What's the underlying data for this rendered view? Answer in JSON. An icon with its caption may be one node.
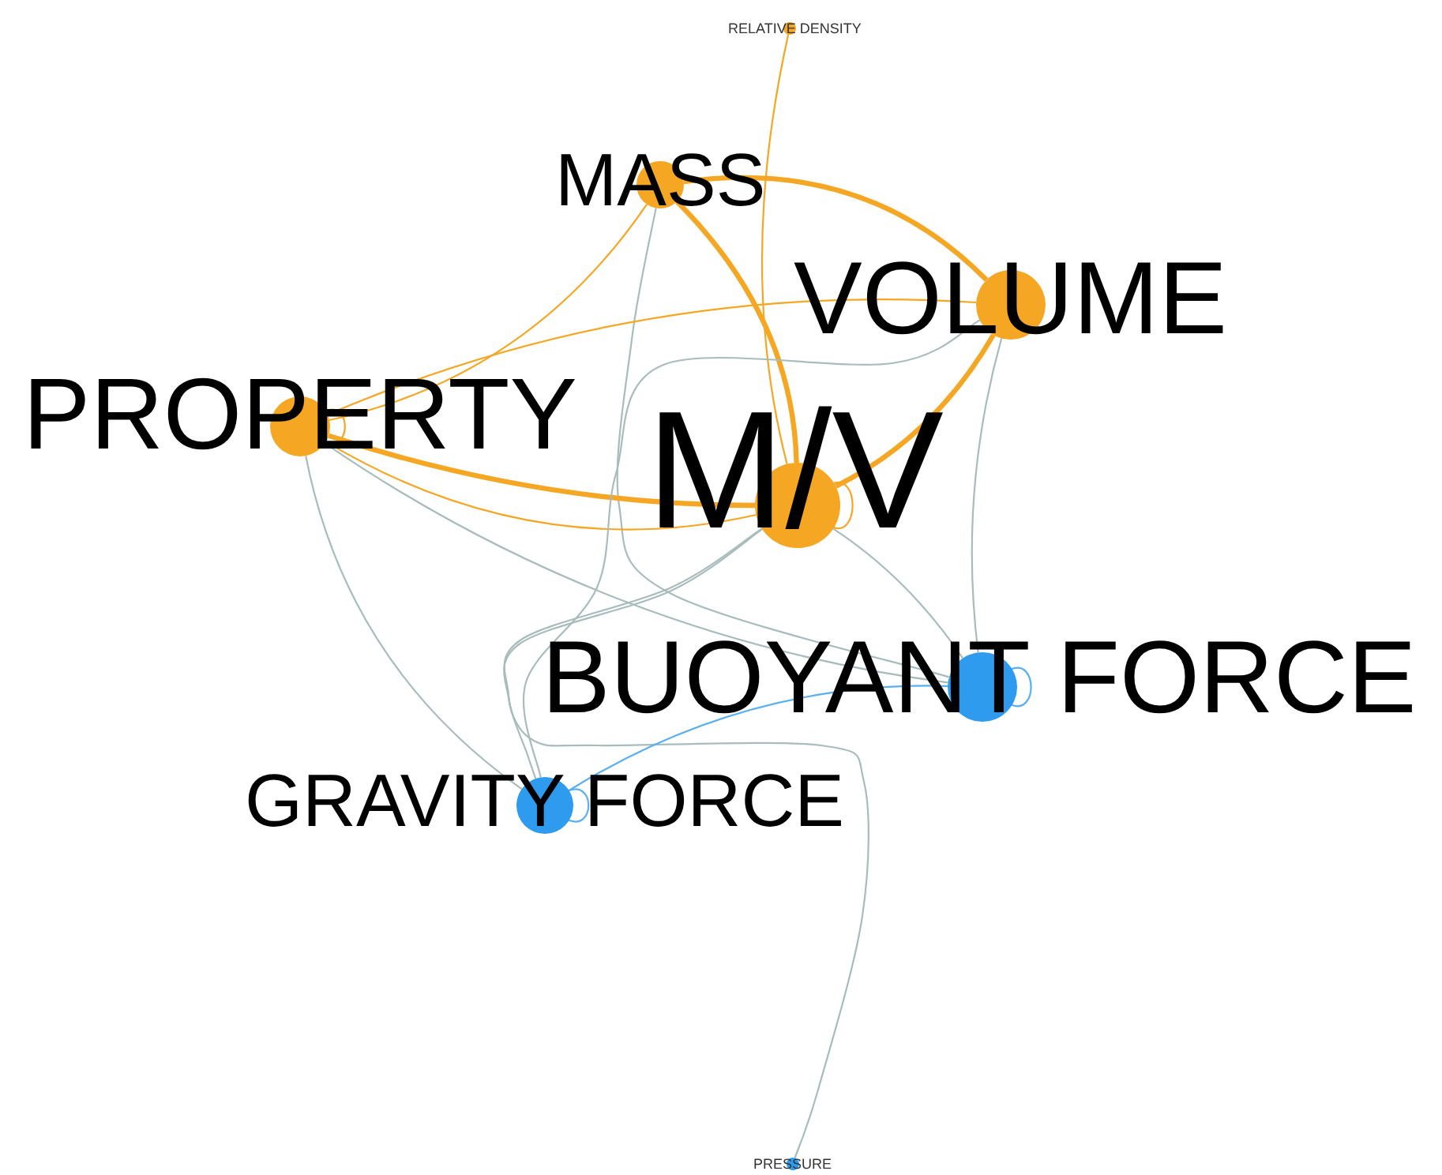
{
  "diagram": {
    "nodes": [
      {
        "text": [
          "RELATIVE DENSITY"
        ]
      },
      {
        "text": [
          "MASS"
        ]
      },
      {
        "text": [
          "VOLUME"
        ]
      },
      {
        "text": [
          "PROPERTY"
        ]
      },
      {
        "text": [
          "M/V"
        ]
      },
      {
        "text": [
          "BUOYANT FORCE"
        ]
      },
      {
        "text": [
          "GRAVITY FORCE"
        ]
      },
      {
        "text": [
          "PRESSURE"
        ]
      }
    ],
    "edges": [
      {
        "from": 0,
        "to": 4,
        "arrow": "none",
        "color": "#f5a623"
      },
      {
        "from": 1,
        "to": 2,
        "arrow": "none",
        "style": "thick",
        "color": "#f5a623"
      },
      {
        "from": 1,
        "to": 4,
        "arrow": "none",
        "style": "thick",
        "color": "#f5a623"
      },
      {
        "from": 1,
        "to": 3,
        "arrow": "none",
        "color": "#f5a623"
      },
      {
        "from": 1,
        "to": 5,
        "arrow": "none",
        "color": "#a9bcbc"
      },
      {
        "from": 2,
        "to": 4,
        "arrow": "none",
        "style": "thick",
        "color": "#f5a623"
      },
      {
        "from": 2,
        "to": 3,
        "arrow": "none",
        "color": "#f5a623"
      },
      {
        "from": 3,
        "to": 4,
        "arrow": "none",
        "style": "thick",
        "color": "#f5a623"
      },
      {
        "from": 3,
        "to": 4,
        "arrow": "none",
        "color": "#f5a623"
      },
      {
        "from": 4,
        "to": 4,
        "arrow": "none",
        "color": "#f5a623"
      },
      {
        "from": 3,
        "to": 3,
        "arrow": "none",
        "color": "#f5a623"
      },
      {
        "from": 2,
        "to": 5,
        "arrow": "none",
        "color": "#a9bcbc"
      },
      {
        "from": 2,
        "to": 6,
        "arrow": "none",
        "color": "#a9bcbc"
      },
      {
        "from": 3,
        "to": 6,
        "arrow": "none",
        "color": "#a9bcbc"
      },
      {
        "from": 3,
        "to": 5,
        "arrow": "none",
        "color": "#a9bcbc"
      },
      {
        "from": 4,
        "to": 6,
        "arrow": "none",
        "color": "#a9bcbc"
      },
      {
        "from": 4,
        "to": 5,
        "arrow": "none",
        "color": "#a9bcbc"
      },
      {
        "from": 4,
        "to": 7,
        "arrow": "none",
        "color": "#a9bcbc"
      },
      {
        "from": 6,
        "to": 5,
        "arrow": "none",
        "color": "#5aafef"
      },
      {
        "from": 5,
        "to": 5,
        "arrow": "none",
        "color": "#5aafef"
      },
      {
        "from": 6,
        "to": 6,
        "arrow": "none",
        "color": "#5aafef"
      }
    ]
  }
}
